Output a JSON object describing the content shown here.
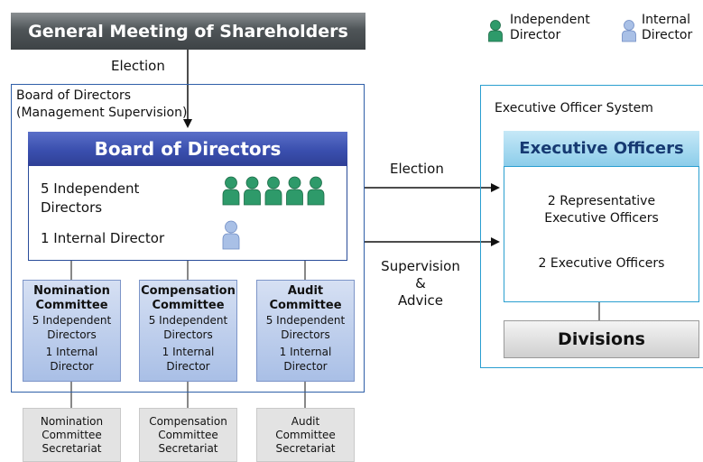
{
  "shareholders": {
    "title": "General Meeting of Shareholders"
  },
  "election_top": "Election",
  "board_frame": {
    "label_line1": "Board of Directors",
    "label_line2": "(Management Supervision)"
  },
  "board": {
    "title": "Board of Directors",
    "independent_line1": "5 Independent",
    "independent_line2": "Directors",
    "internal": "1 Internal Director",
    "independent_count": 5,
    "internal_count": 1
  },
  "arrows": {
    "election": "Election",
    "supervision_line1": "Supervision",
    "supervision_line2": "&",
    "supervision_line3": "Advice"
  },
  "committees": [
    {
      "title1": "Nomination",
      "title2": "Committee",
      "ind1": "5 Independent",
      "ind2": "Directors",
      "int1": "1 Internal",
      "int2": "Director"
    },
    {
      "title1": "Compensation",
      "title2": "Committee",
      "ind1": "5 Independent",
      "ind2": "Directors",
      "int1": "1 Internal",
      "int2": "Director"
    },
    {
      "title1": "Audit",
      "title2": "Committee",
      "ind1": "5 Independent",
      "ind2": "Directors",
      "int1": "1 Internal",
      "int2": "Director"
    }
  ],
  "secretariats": [
    {
      "line1": "Nomination",
      "line2": "Committee",
      "line3": "Secretariat"
    },
    {
      "line1": "Compensation",
      "line2": "Committee",
      "line3": "Secretariat"
    },
    {
      "line1": "Audit",
      "line2": "Committee",
      "line3": "Secretariat"
    }
  ],
  "executive": {
    "system_label": "Executive Officer System",
    "title": "Executive Officers",
    "rep_line1": "2 Representative",
    "rep_line2": "Executive Officers",
    "officers": "2 Executive Officers"
  },
  "divisions": {
    "title": "Divisions"
  },
  "legend": {
    "independent_line1": "Independent",
    "independent_line2": "Director",
    "internal_line1": "Internal",
    "internal_line2": "Director"
  },
  "colors": {
    "independent": "#2e9a6a",
    "internal": "#a9c0e6",
    "board_header": "#3a4fae",
    "exec_border": "#2a9fd0"
  }
}
